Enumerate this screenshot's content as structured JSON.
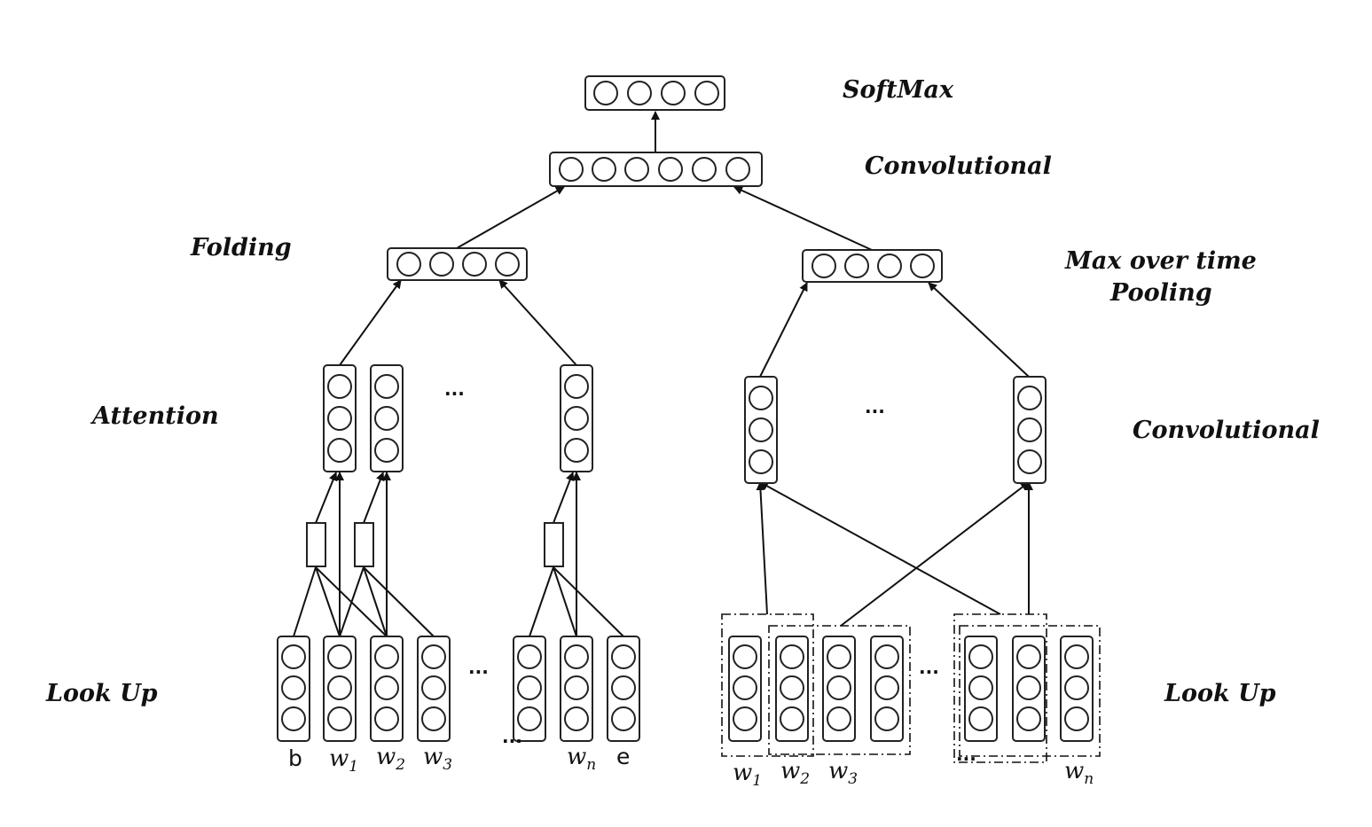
{
  "labels": {
    "softmax": "SoftMax",
    "top_conv": "Convolutional",
    "folding": "Folding",
    "max_pool_line1": "Max over time",
    "max_pool_line2": "Pooling",
    "attention": "Attention",
    "right_conv": "Convolutional",
    "lookup_left": "Look Up",
    "lookup_right": "Look Up"
  },
  "ellipsis": "...",
  "left_tokens": {
    "b": "b",
    "w": "w",
    "s1": "1",
    "s2": "2",
    "s3": "3",
    "sn": "n",
    "e": "e"
  },
  "right_tokens": {
    "w": "w",
    "s1": "1",
    "s2": "2",
    "s3": "3",
    "sn": "n"
  },
  "colors": {
    "line": "#111111",
    "background": "#ffffff"
  }
}
